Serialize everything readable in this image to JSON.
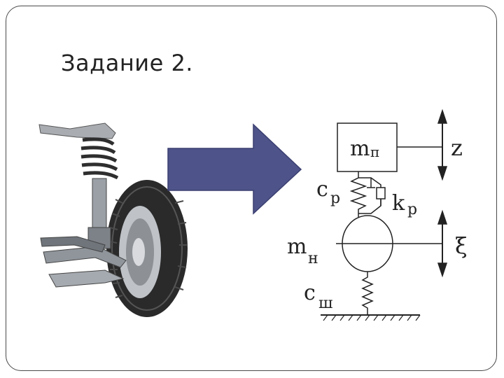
{
  "slide": {
    "title": "Задание 2."
  },
  "diagram": {
    "labels": {
      "sprung_mass": "m",
      "sprung_mass_sub": "п",
      "unsprung_mass": "m",
      "unsprung_mass_sub": "н",
      "spring_stiffness": "c",
      "spring_stiffness_sub": "р",
      "damping": "k",
      "damping_sub": "р",
      "tire_stiffness": "c",
      "tire_stiffness_sub": "ш",
      "body_displacement": "z",
      "road_displacement": "ξ"
    },
    "arrow_color": "#4e5389"
  }
}
